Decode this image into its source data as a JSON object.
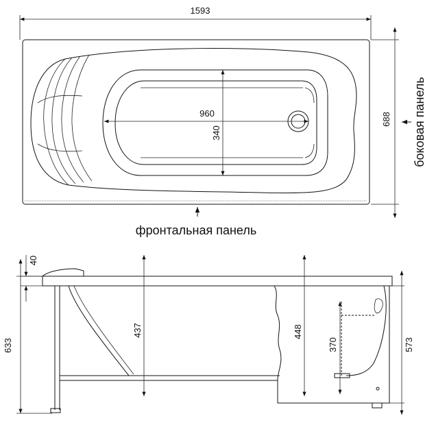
{
  "top_view": {
    "length_label": "1593",
    "width_label": "688",
    "inner_length_label": "960",
    "inner_width_label": "340",
    "front_panel_label": "фронтальная панель",
    "side_panel_label": "боковая панель"
  },
  "side_view": {
    "rim_label": "40",
    "total_height_label": "633",
    "depth_left_label": "437",
    "depth_right_label": "448",
    "drain_height_label": "370",
    "panel_height_label": "573"
  }
}
